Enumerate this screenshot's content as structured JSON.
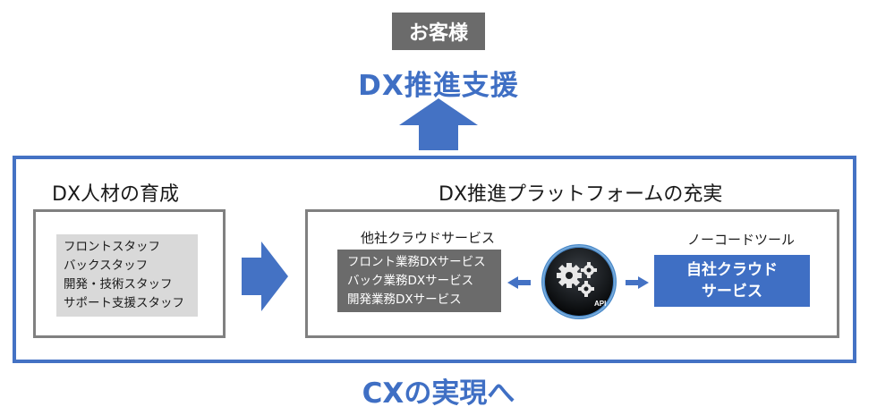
{
  "top": {
    "customer_label": "お客様",
    "dx_support_label": "DX推進支援"
  },
  "talent": {
    "title": "DX人材の育成",
    "staff": [
      "フロントスタッフ",
      "バックスタッフ",
      "開発・技術スタッフ",
      "サポート支援スタッフ"
    ]
  },
  "platform": {
    "title": "DX推進プラットフォームの充実",
    "other_cloud_label": "他社クラウドサービス",
    "services": [
      "フロント業務DXサービス",
      "バック業務DXサービス",
      "開発業務DXサービス"
    ],
    "api_label": "API",
    "nocode_label": "ノーコードツール",
    "own_cloud_lines": [
      "自社クラウド",
      "サービス"
    ]
  },
  "bottom": {
    "cx_label": "CXの実現へ"
  },
  "colors": {
    "accent_blue": "#4472c4",
    "heading_blue": "#3f6fc4",
    "dark_gray": "#6b6b6b",
    "light_gray": "#d9d9d9",
    "border_gray": "#808080"
  },
  "icons": [
    "up-arrow-icon",
    "right-arrow-icon",
    "double-arrow-icon",
    "gears-icon"
  ]
}
